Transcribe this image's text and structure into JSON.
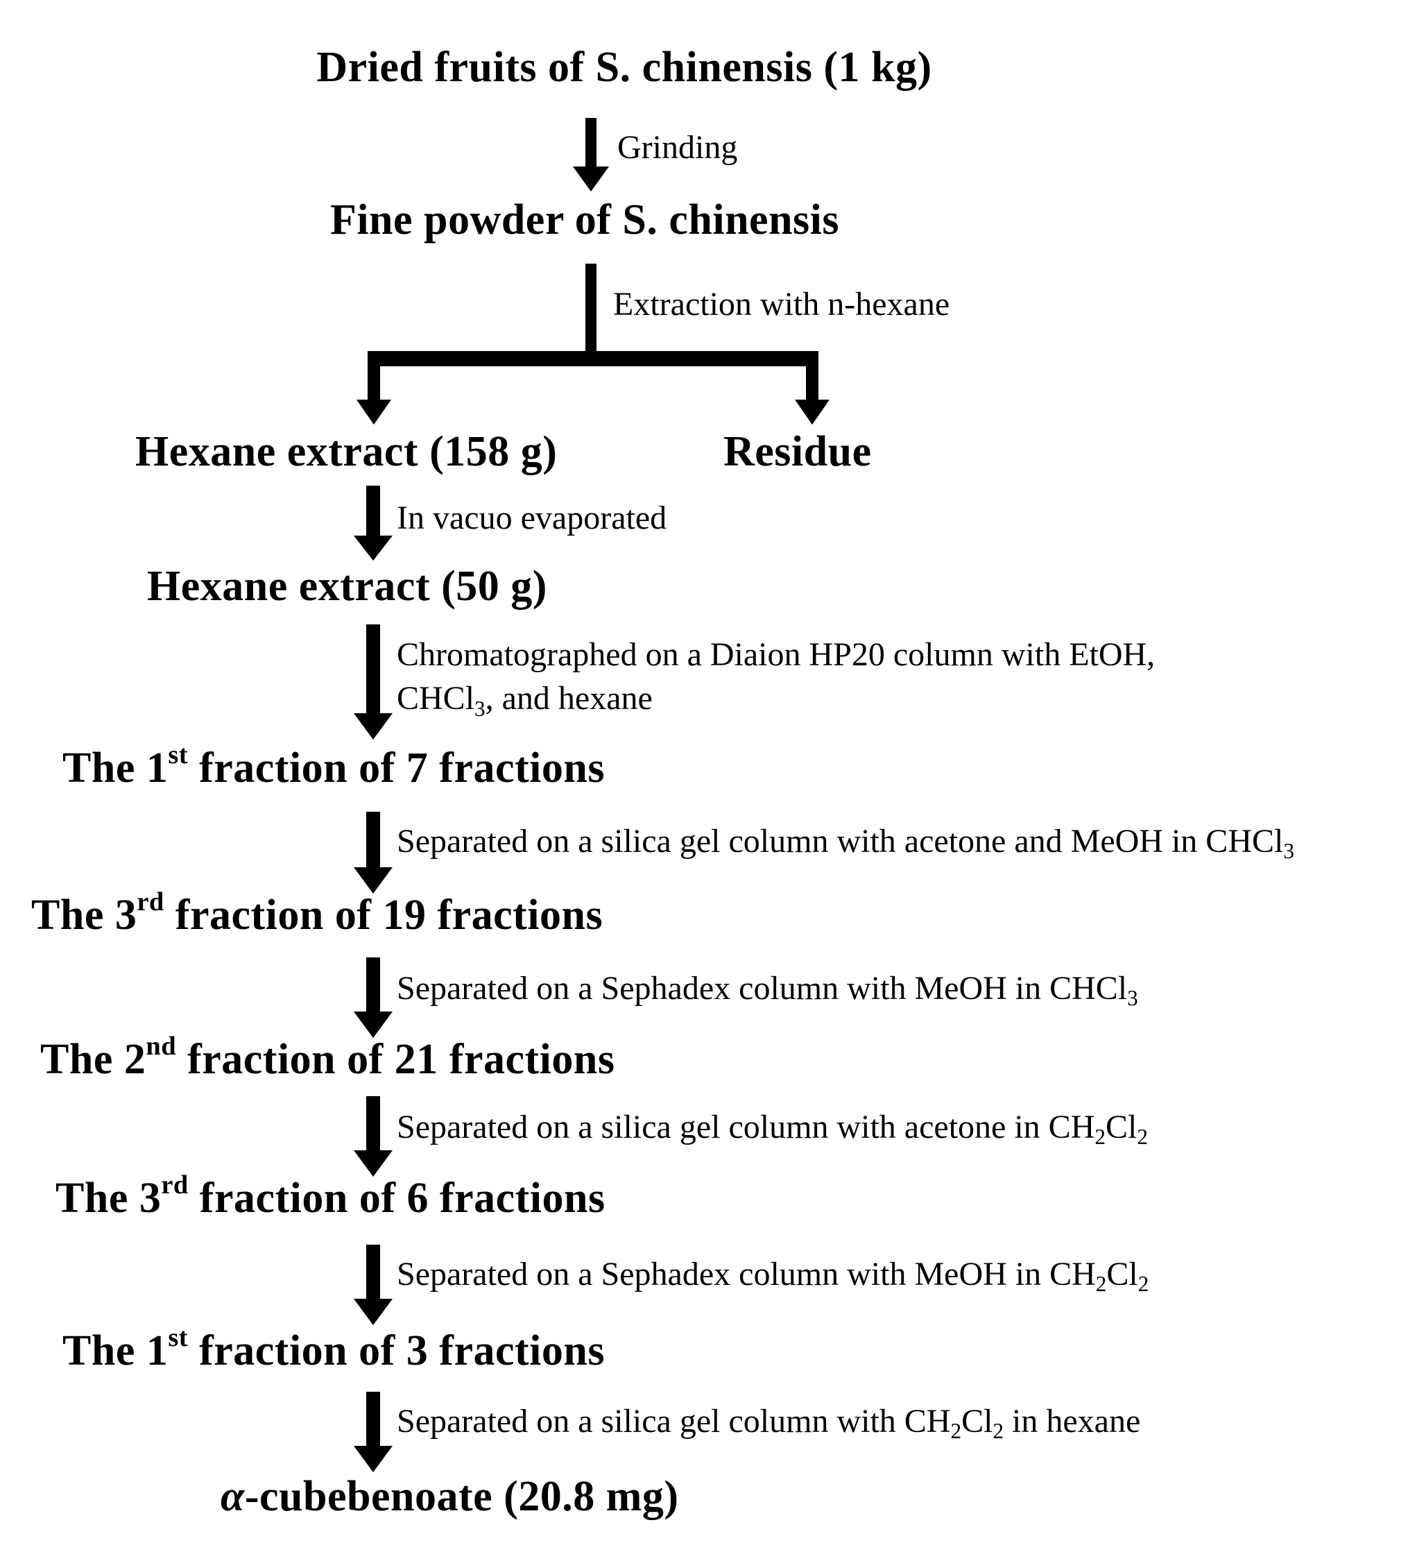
{
  "nodes": {
    "dried_fruits": "Dried fruits of S. chinensis (1 kg)",
    "fine_powder": "Fine powder of S. chinensis",
    "hexane_extract_158": "Hexane extract (158 g)",
    "residue": "Residue",
    "hexane_extract_50": "Hexane extract (50 g)",
    "fraction_1_of_7": {
      "pre": "The 1",
      "sup": "st",
      "post": " fraction of 7 fractions"
    },
    "fraction_3_of_19": {
      "pre": "The 3",
      "sup": "rd",
      "post": " fraction of 19 fractions"
    },
    "fraction_2_of_21": {
      "pre": "The 2",
      "sup": "nd",
      "post": " fraction of 21 fractions"
    },
    "fraction_3_of_6": {
      "pre": "The 3",
      "sup": "rd",
      "post": " fraction of 6 fractions"
    },
    "fraction_1_of_3": {
      "pre": "The 1",
      "sup": "st",
      "post": " fraction of 3 fractions"
    },
    "product": {
      "greek": "α",
      "rest": "-cubebenoate (20.8 mg)"
    }
  },
  "steps": {
    "grinding": "Grinding",
    "extraction": "Extraction with n-hexane",
    "evaporation": "In vacuo evaporated",
    "diaion": {
      "line1": "Chromatographed on a Diaion HP20 column with EtOH,",
      "line2_pre": "CHCl",
      "line2_sub": "3",
      "line2_post": ", and hexane"
    },
    "silica_1": {
      "pre": "Separated on a silica gel column with acetone and MeOH in CHCl",
      "sub": "3"
    },
    "sephadex_1": {
      "pre": "Separated on a Sephadex column with MeOH in CHCl",
      "sub": "3"
    },
    "silica_2": {
      "pre": "Separated on a silica gel column with acetone in CH",
      "sub1": "2",
      "mid": "Cl",
      "sub2": "2"
    },
    "sephadex_2": {
      "pre": "Separated on a Sephadex column with MeOH in CH",
      "sub1": "2",
      "mid": "Cl",
      "sub2": "2"
    },
    "silica_3": {
      "pre": "Separated on a silica gel column with CH",
      "sub1": "2",
      "mid": "Cl",
      "sub2": "2",
      "post": " in hexane"
    }
  },
  "colors": {
    "text": "#000000",
    "arrows": "#000000",
    "background": "#ffffff"
  }
}
